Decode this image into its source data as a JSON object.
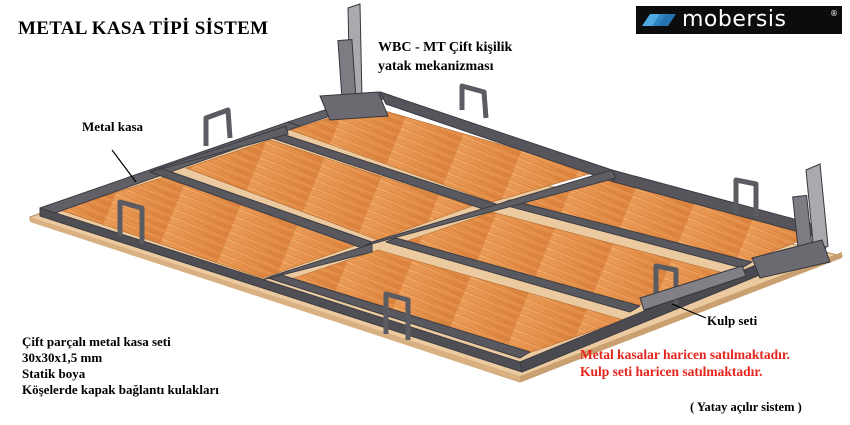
{
  "title": "METAL KASA TİPİ SİSTEM",
  "logo": {
    "wordmark": "mobersis",
    "reg_mark": "®"
  },
  "mechanism_label": {
    "line1": "WBC - MT Çift kişilik",
    "line2": "yatak mekanizması"
  },
  "frame_label": "Metal kasa",
  "handle_label": "Kulp seti",
  "specs": [
    "Çift parçalı metal kasa seti",
    "30x30x1,5 mm",
    "Statik boya",
    "Köşelerde kapak bağlantı kulakları"
  ],
  "notes": [
    "Metal kasalar haricen satılmaktadır.",
    "Kulp seti haricen satılmaktadır."
  ],
  "system_type": "( Yatay açılır sistem )",
  "colors": {
    "frame": "#56565c",
    "frame_edge": "#3a3a40",
    "wood": "#e08a45",
    "wood_light": "#f0a866",
    "panel_edge": "#ecc9a0",
    "note_red": "#e5241b",
    "logo_bg": "#0c0c0c"
  }
}
